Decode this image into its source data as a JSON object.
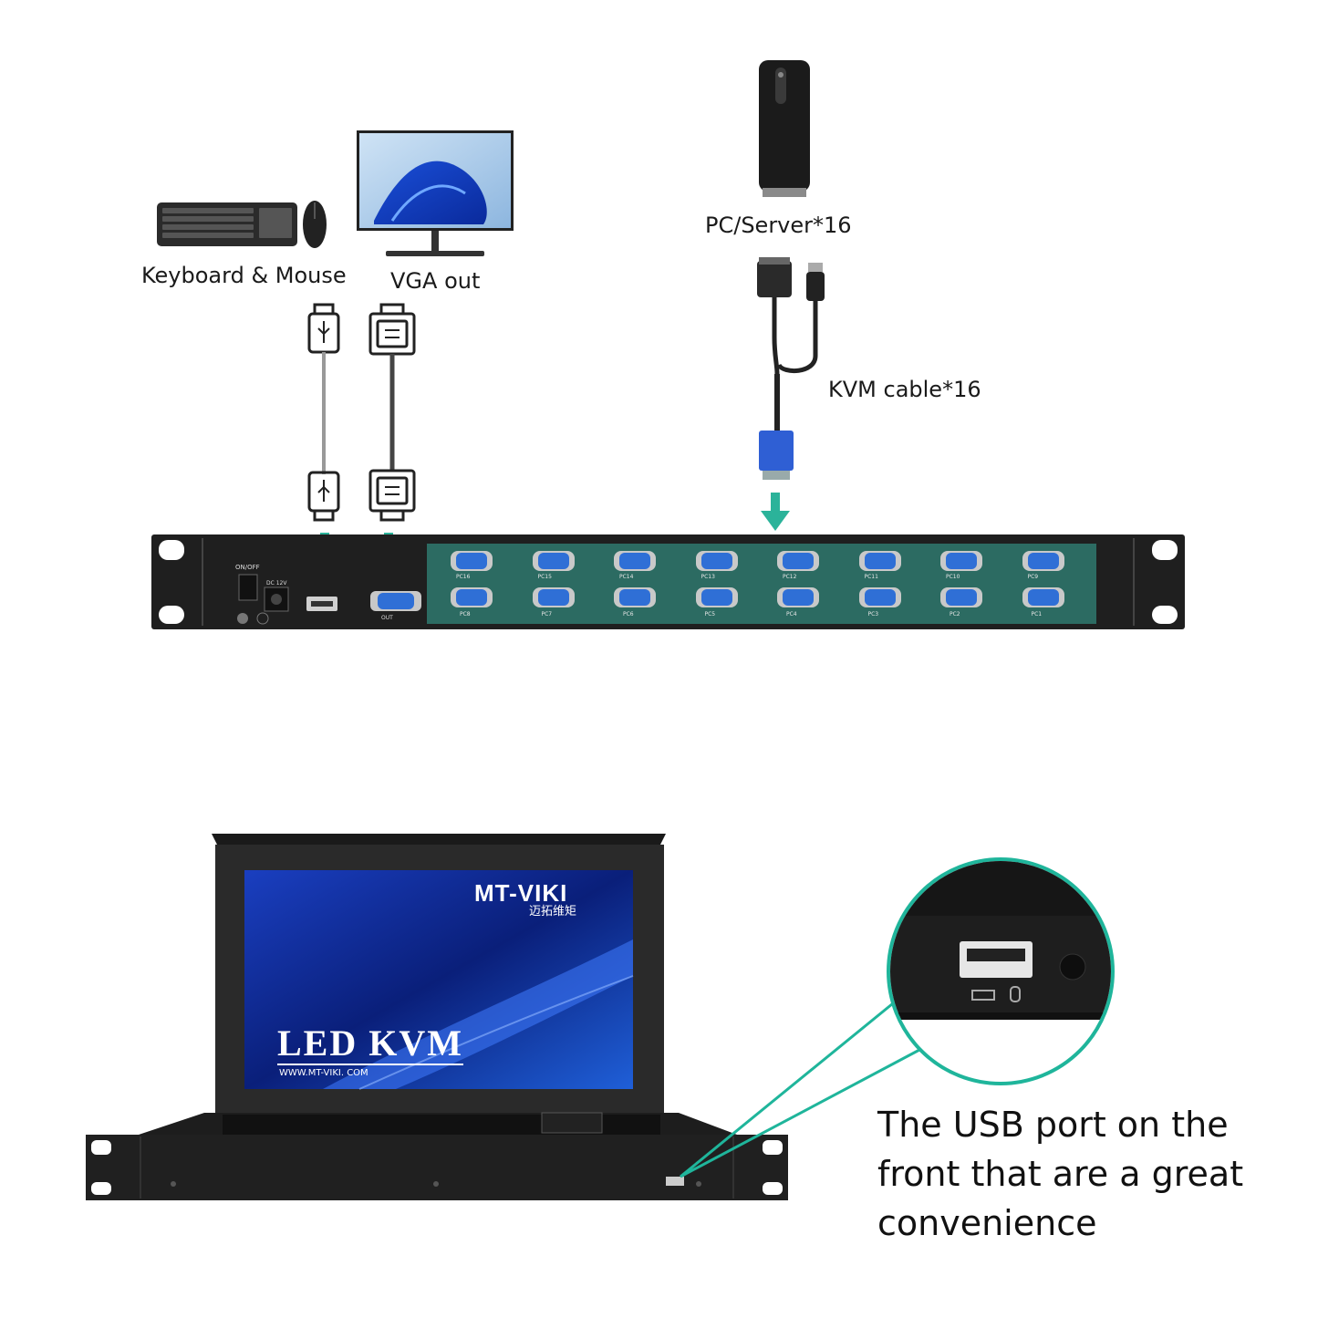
{
  "labels": {
    "keyboard_mouse": "Keyboard & Mouse",
    "vga_out": "VGA out",
    "pc_server": "PC/Server*16",
    "kvm_cable": "KVM cable*16"
  },
  "panel": {
    "on_off": "ON/OFF",
    "dc": "DC 12V",
    "out": "OUT",
    "ports_top": [
      "PC16",
      "PC15",
      "PC14",
      "PC13",
      "PC12",
      "PC11",
      "PC10",
      "PC9"
    ],
    "ports_bottom": [
      "PC8",
      "PC7",
      "PC6",
      "PC5",
      "PC4",
      "PC3",
      "PC2",
      "PC1"
    ]
  },
  "screen": {
    "brand": "MT-VIKI",
    "brand_cn": "迈拓维矩",
    "title": "LED KVM",
    "url": "WWW.MT-VIKI. COM"
  },
  "callout": {
    "line1": "The USB port on the",
    "line2": "front that are a great",
    "line3": "convenience"
  },
  "colors": {
    "arrow": "#2bb39a",
    "panel_green": "#2c6b62",
    "vga_blue": "#2f6fd6",
    "callout_ring": "#1fb59b"
  }
}
